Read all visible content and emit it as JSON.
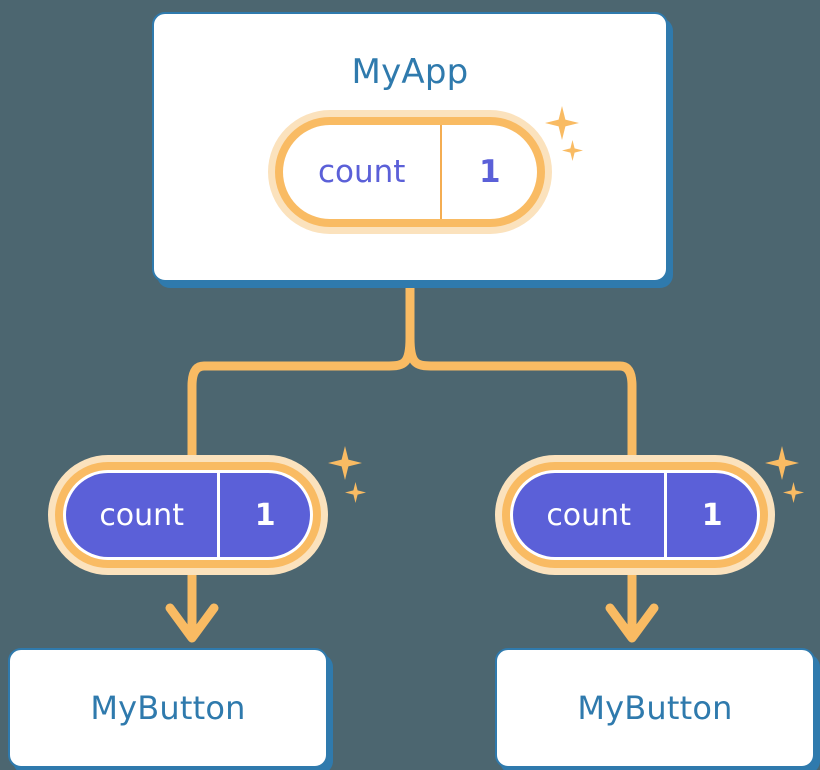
{
  "diagram": {
    "title_node": "MyApp",
    "background_color": "#4c6670",
    "accent_orange": "#f9bb63",
    "accent_blue": "#2f7aad",
    "accent_purple": "#5b60d8",
    "root": {
      "label": "MyApp",
      "state": {
        "key": "count",
        "value": "1"
      }
    },
    "children": [
      {
        "state": {
          "key": "count",
          "value": "1"
        },
        "label": "MyButton"
      },
      {
        "state": {
          "key": "count",
          "value": "1"
        },
        "label": "MyButton"
      }
    ]
  }
}
